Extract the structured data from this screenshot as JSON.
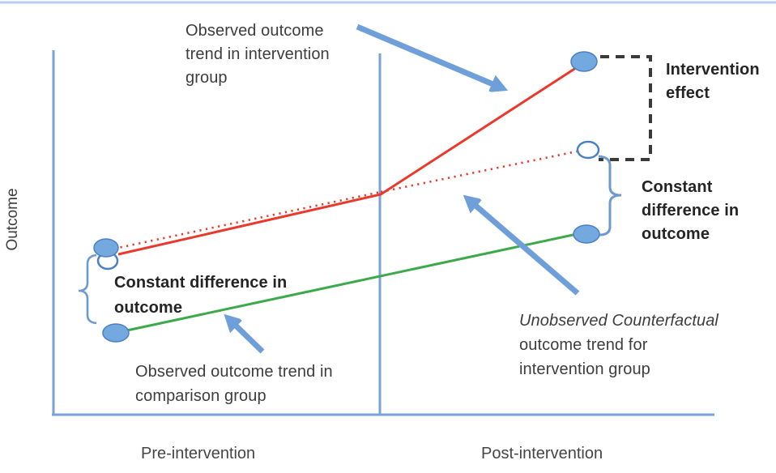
{
  "figure": {
    "type": "difference-in-differences-diagram",
    "periods": [
      "Pre-intervention",
      "Post-intervention"
    ]
  },
  "axes": {
    "y_label": "Outcome",
    "x_pre_label": "Pre-intervention",
    "x_post_label": "Post-intervention"
  },
  "annotations": {
    "observed_intervention": "Observed outcome\ntrend in intervention\ngroup",
    "intervention_effect": "Intervention\neffect",
    "constant_difference_right": "Constant\ndifference in\noutcome",
    "constant_difference_left": "Constant difference in\noutcome",
    "observed_comparison": "Observed outcome trend in\ncomparison group",
    "counterfactual_italic": "Unobserved Counterfactual",
    "counterfactual_rest": "\noutcome trend for\nintervention group"
  },
  "lines": {
    "observed_intervention_trend": {
      "style": "solid",
      "color": "#e8392c"
    },
    "unobserved_counterfactual_trend": {
      "style": "dotted",
      "color": "#e8392c"
    },
    "observed_comparison_trend": {
      "style": "solid",
      "color": "#3ca94a"
    }
  },
  "colors": {
    "intervention_line": "#e8392c",
    "comparison_line": "#3ca94a",
    "marker_fill": "#74a9e0",
    "marker_stroke": "#4a80c2",
    "hollow_marker_fill": "#ffffff",
    "arrow": "#6f9fd8",
    "axis": "#7aa2d4",
    "brace": "#6f9ad0",
    "bracket_dash": "#3a3a3a",
    "top_border": "#b4cfeb"
  }
}
